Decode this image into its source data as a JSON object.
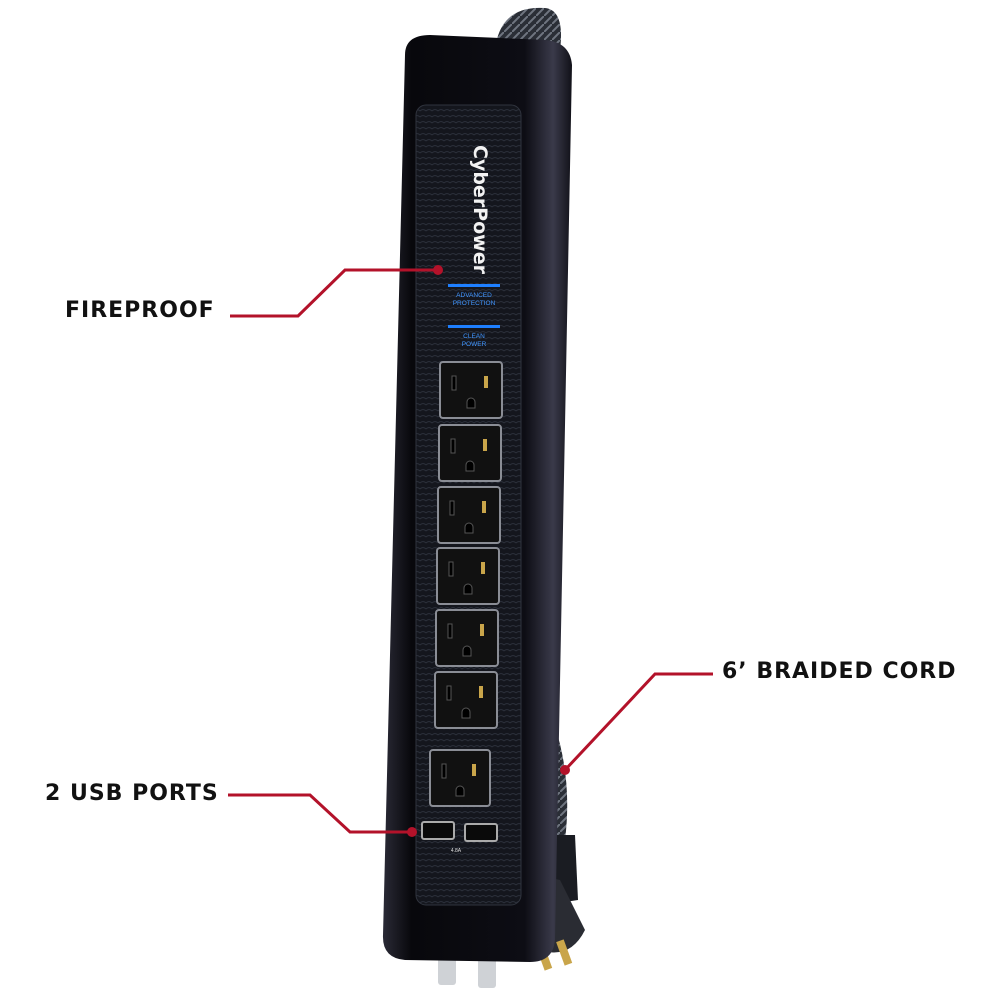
{
  "product": {
    "brand_logo": "CyberPower",
    "indicators": [
      "ADVANCED PROTECTION",
      "CLEAN POWER"
    ],
    "usb_rating": "4.8A",
    "outlet_count": 7,
    "usb_port_count": 2
  },
  "callouts": {
    "fireproof": "FIREPROOF",
    "cord": "6’ BRAIDED CORD",
    "usb": "2 USB PORTS"
  },
  "colors": {
    "callout_line": "#b3122a",
    "body": "#0b0b10",
    "indicator_blue": "#1e7fff",
    "text": "#111111"
  }
}
